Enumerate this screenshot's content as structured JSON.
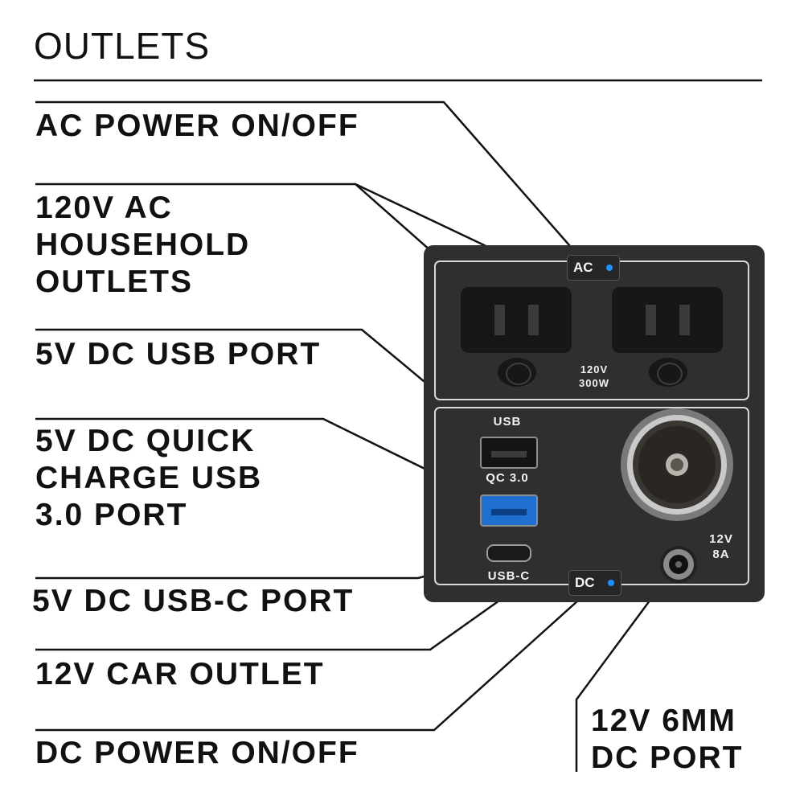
{
  "header": {
    "title": "OUTLETS"
  },
  "labels": {
    "ac_power": [
      "AC POWER ON/OFF"
    ],
    "ac_outlets": [
      "120V AC",
      "HOUSEHOLD",
      "OUTLETS"
    ],
    "usb_port": [
      "5V DC USB PORT"
    ],
    "qc_port": [
      "5V DC QUICK",
      "CHARGE USB",
      "3.0 PORT"
    ],
    "usbc_port": [
      "5V DC USB-C PORT"
    ],
    "car_outlet": [
      "12V CAR OUTLET"
    ],
    "dc_power": [
      "DC POWER ON/OFF"
    ],
    "dc_port": [
      "12V 6MM",
      "DC PORT"
    ]
  },
  "panel": {
    "ac_button": "AC",
    "dc_button": "DC",
    "ac_rating": [
      "120V",
      "300W"
    ],
    "usb_label": "USB",
    "qc_label": "QC 3.0",
    "usbc_label": "USB-C",
    "dc_rating": [
      "12V",
      "8A"
    ]
  },
  "colors": {
    "panel": "#2f2f31",
    "indicator_led": "#1e90ff",
    "qc_port": "#1f6fd1",
    "text": "#111111"
  }
}
